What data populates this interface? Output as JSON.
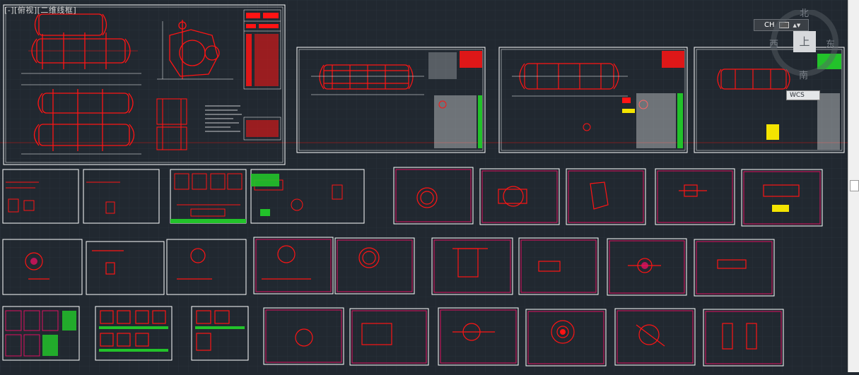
{
  "viewport_label": "[-][俯视][二维线框]",
  "nav_cube": {
    "north": "北",
    "south": "南",
    "east": "东",
    "west": "西",
    "top": "上",
    "wcs": "WCS"
  },
  "tray": {
    "language": "CH"
  },
  "colors": {
    "background": "#212830",
    "sheet_border": "#ffffff",
    "title_block": "#e01060",
    "drawing_red": "#ff1010",
    "fill_green": "#22c22a",
    "fill_yellow": "#f4e400"
  }
}
